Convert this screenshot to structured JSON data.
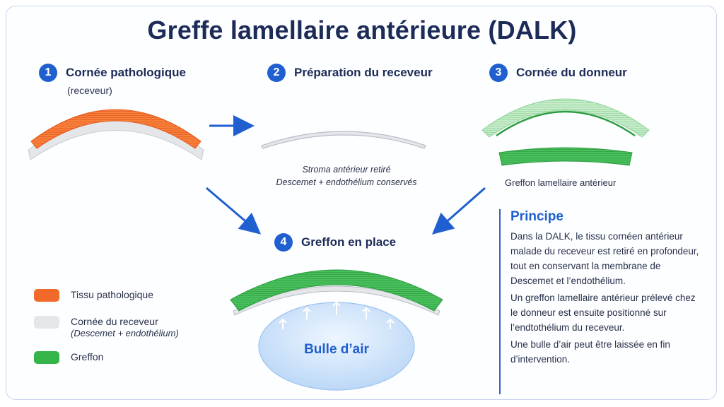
{
  "title": "Greffe lamellaire antérieure (DALK)",
  "steps": [
    {
      "num": "1",
      "title": "Cornée pathologique",
      "sub": "(receveur)"
    },
    {
      "num": "2",
      "title": "Préparation du receveur",
      "caption_lines": [
        "Stroma antérieur retiré",
        "Descemet + endothélium conservés"
      ]
    },
    {
      "num": "3",
      "title": "Cornée du donneur",
      "caption": "Greffon lamellaire antérieur"
    },
    {
      "num": "4",
      "title": "Greffon en place",
      "bubble": "Bulle d’air"
    }
  ],
  "legend": [
    {
      "label": "Tissu pathologique",
      "color": "#f26a2a"
    },
    {
      "label": "Cornée du receveur",
      "sub": "(Descemet + endothélium)",
      "color": "#e4e6ea"
    },
    {
      "label": "Greffon",
      "color": "#35b44a"
    }
  ],
  "principle": {
    "title": "Principe",
    "paragraphs": [
      "Dans la DALK, le tissu cornéen antérieur malade du receveur est retiré en profondeur, tout en conservant la membrane de Descemet et l’endothélium.",
      "Un greffon lamellaire antérieur prélevé chez le donneur est ensuite positionné sur l’endtothélium du receveur.",
      "Une bulle d’air peut être laissée en fin d’intervention."
    ]
  },
  "colors": {
    "accent": "#1f5fcf",
    "pathologic": "#f26a2a",
    "graft": "#35b44a",
    "recipient": "#e4e6ea",
    "air": "#cfe3fb"
  }
}
